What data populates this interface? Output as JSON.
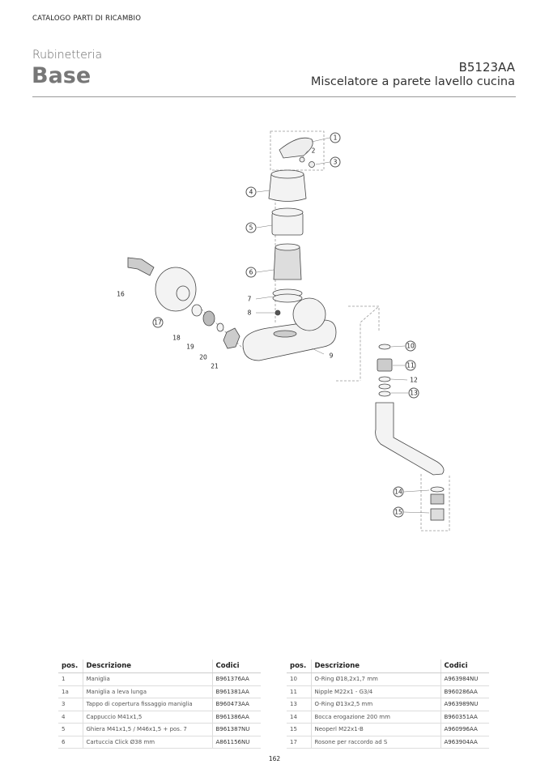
{
  "header": {
    "catalog": "CATALOGO PARTI DI RICAMBIO",
    "section": "Rubinetteria",
    "brand": "Base",
    "product_code": "B5123AA",
    "product_desc": "Miscelatore a parete lavello cucina"
  },
  "callouts": {
    "p1": "1",
    "p2": "2",
    "p3": "3",
    "p4": "4",
    "p5": "5",
    "p6": "6",
    "p7": "7",
    "p8": "8",
    "p9": "9",
    "p10": "10",
    "p11": "11",
    "p12": "12",
    "p13": "13",
    "p14": "14",
    "p15": "15",
    "p16": "16",
    "p17": "17",
    "p18": "18",
    "p19": "19",
    "p20": "20",
    "p21": "21"
  },
  "table_headers": {
    "pos": "pos.",
    "desc": "Descrizione",
    "code": "Codici"
  },
  "table_left": [
    {
      "pos": "1",
      "desc": "Maniglia",
      "code": "B961376AA"
    },
    {
      "pos": "1a",
      "desc": "Maniglia a leva lunga",
      "code": "B961381AA"
    },
    {
      "pos": "3",
      "desc": "Tappo di copertura fissaggio maniglia",
      "code": "B960473AA"
    },
    {
      "pos": "4",
      "desc": "Cappuccio M41x1,5",
      "code": "B961386AA"
    },
    {
      "pos": "5",
      "desc": "Ghiera M41x1,5 / M46x1,5 + pos. 7",
      "code": "B961387NU"
    },
    {
      "pos": "6",
      "desc": "Cartuccia Click Ø38 mm",
      "code": "A861156NU"
    }
  ],
  "table_right": [
    {
      "pos": "10",
      "desc": "O-Ring Ø18,2x1,7 mm",
      "code": "A963984NU"
    },
    {
      "pos": "11",
      "desc": "Nipple M22x1 - G3/4",
      "code": "B960286AA"
    },
    {
      "pos": "13",
      "desc": "O-Ring Ø13x2,5 mm",
      "code": "A963989NU"
    },
    {
      "pos": "14",
      "desc": "Bocca erogazione 200 mm",
      "code": "B960351AA"
    },
    {
      "pos": "15",
      "desc": "Neoperl M22x1-B",
      "code": "A960996AA"
    },
    {
      "pos": "17",
      "desc": "Rosone per raccordo ad S",
      "code": "A963904AA"
    }
  ],
  "page_number": "162"
}
